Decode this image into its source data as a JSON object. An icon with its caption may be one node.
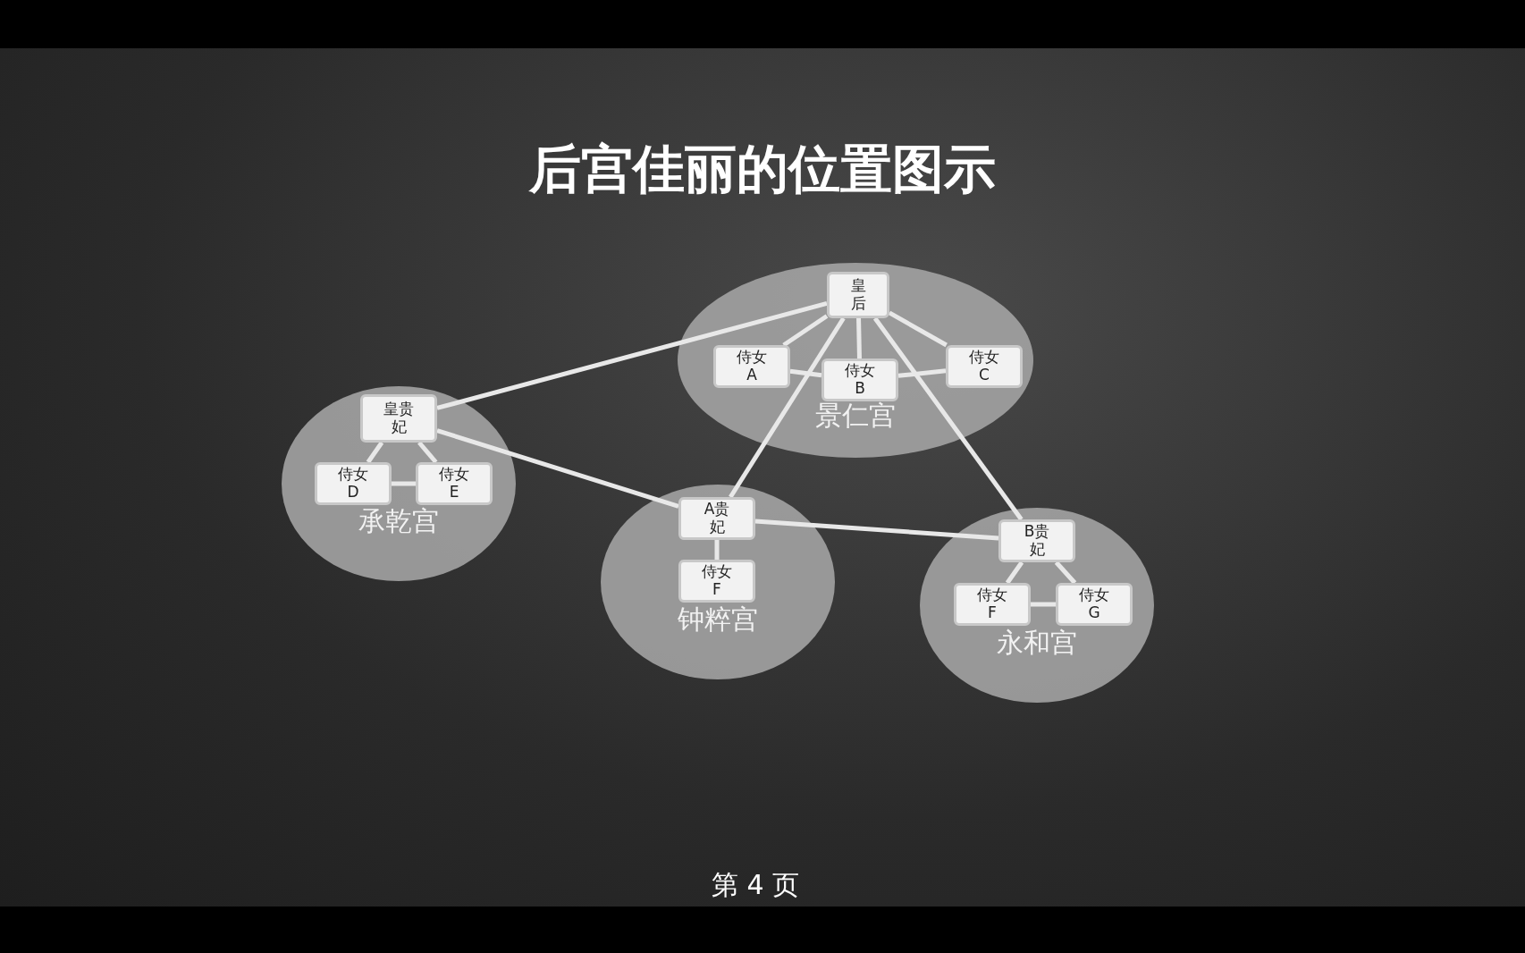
{
  "diagram": {
    "title": "后宫佳丽的位置图示",
    "nodes": [
      {
        "text": [
          "景仁宫"
        ]
      },
      {
        "text": [
          "皇后"
        ],
        "in": 0
      },
      {
        "text": [
          "侍女A"
        ],
        "in": 0
      },
      {
        "text": [
          "侍女B"
        ],
        "in": 0
      },
      {
        "text": [
          "侍女C"
        ],
        "in": 0
      },
      {
        "text": [
          "承乾宫"
        ]
      },
      {
        "text": [
          "皇贵妃"
        ],
        "in": 5
      },
      {
        "text": [
          "侍女D"
        ],
        "in": 5
      },
      {
        "text": [
          "侍女E"
        ],
        "in": 5
      },
      {
        "text": [
          "钟粹宫"
        ]
      },
      {
        "text": [
          "A贵妃"
        ],
        "in": 9
      },
      {
        "text": [
          "侍女F"
        ],
        "in": 9
      },
      {
        "text": [
          "永和宫"
        ]
      },
      {
        "text": [
          "B贵妃"
        ],
        "in": 12
      },
      {
        "text": [
          "侍女F"
        ],
        "in": 12
      },
      {
        "text": [
          "侍女G"
        ],
        "in": 12
      }
    ],
    "edges": [
      {
        "from": 1,
        "to": 2,
        "arrow": "none"
      },
      {
        "from": 1,
        "to": 3,
        "arrow": "none"
      },
      {
        "from": 1,
        "to": 4,
        "arrow": "none"
      },
      {
        "from": 2,
        "to": 3,
        "arrow": "none"
      },
      {
        "from": 3,
        "to": 4,
        "arrow": "none"
      },
      {
        "from": 1,
        "to": 6,
        "arrow": "none"
      },
      {
        "from": 1,
        "to": 10,
        "arrow": "none"
      },
      {
        "from": 1,
        "to": 13,
        "arrow": "none"
      },
      {
        "from": 6,
        "to": 7,
        "arrow": "none"
      },
      {
        "from": 6,
        "to": 8,
        "arrow": "none"
      },
      {
        "from": 7,
        "to": 8,
        "arrow": "none"
      },
      {
        "from": 6,
        "to": 10,
        "arrow": "none"
      },
      {
        "from": 10,
        "to": 11,
        "arrow": "none"
      },
      {
        "from": 10,
        "to": 13,
        "arrow": "none"
      },
      {
        "from": 13,
        "to": 14,
        "arrow": "none"
      },
      {
        "from": 13,
        "to": 15,
        "arrow": "none"
      },
      {
        "from": 14,
        "to": 15,
        "arrow": "none"
      }
    ],
    "labels": [
      "第 4 页"
    ]
  }
}
